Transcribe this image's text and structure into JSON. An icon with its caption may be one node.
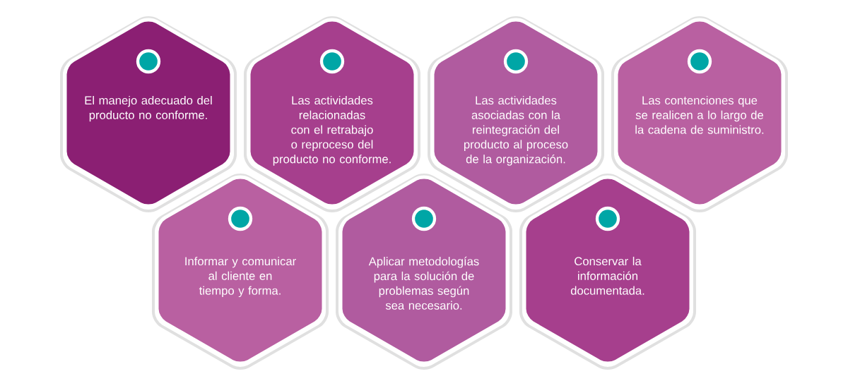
{
  "diagram": {
    "nodes": [
      {
        "text": [
          "El manejo adecuado del producto no conforme."
        ]
      },
      {
        "text": [
          "Las actividades relacionadas con el retrabajo o reproceso del producto no conforme."
        ]
      },
      {
        "text": [
          "Las actividades asociadas con la reintegración del producto al proceso de la organización."
        ]
      },
      {
        "text": [
          "Las contenciones que se realicen a lo largo de la cadena de suministro."
        ]
      },
      {
        "text": [
          "Informar y comunicar al cliente en tiempo y forma."
        ]
      },
      {
        "text": [
          "Aplicar metodologías para la solución de problemas según sea necesario."
        ]
      },
      {
        "text": [
          "Conservar la información documentada."
        ]
      }
    ]
  }
}
